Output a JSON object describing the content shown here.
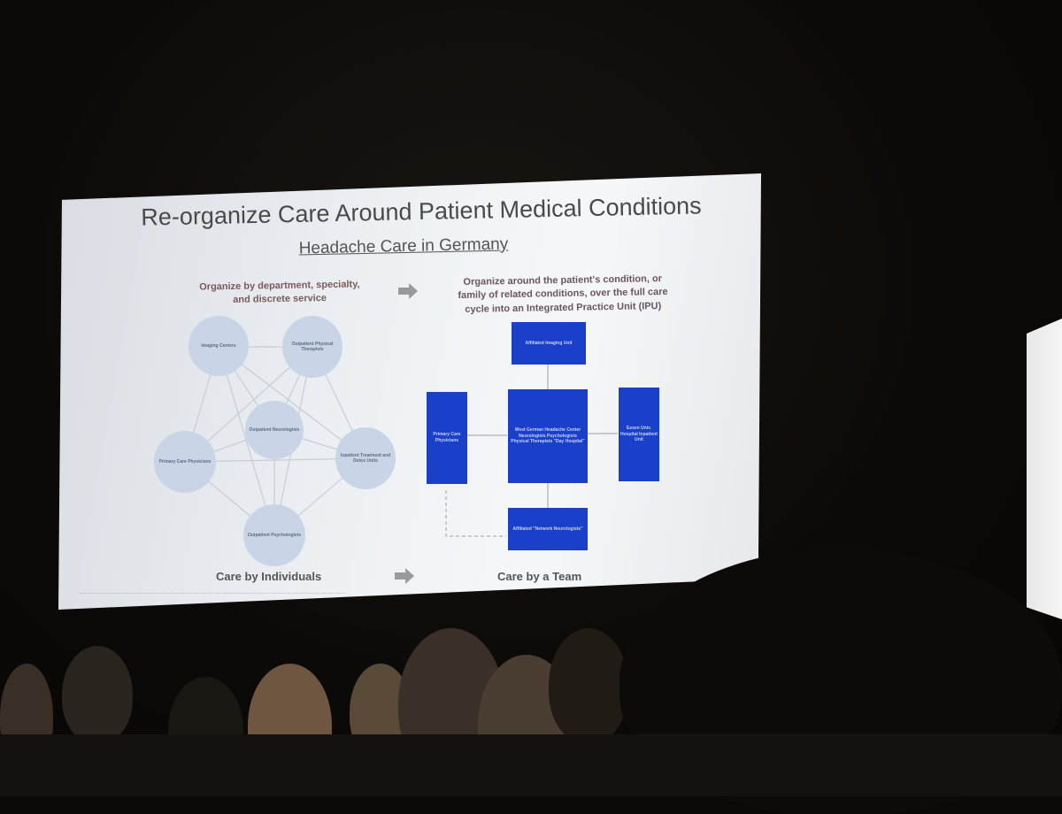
{
  "slide": {
    "title": "Re-organize Care Around Patient Medical Conditions",
    "subtitle": "Headache Care in Germany",
    "left_caption_1": "Organize by department, specialty,",
    "left_caption_2": "and discrete service",
    "right_caption_1": "Organize around the patient's condition, or",
    "right_caption_2": "family of related conditions, over the full care",
    "right_caption_3": "cycle into an Integrated Practice Unit (IPU)",
    "footer_left": "Care by Individuals",
    "footer_right": "Care by a Team",
    "left_nodes": {
      "imaging": "Imaging Centers",
      "outpatient_pt": "Outpatient Physical Therapists",
      "neurologists": "Outpatient Neurologists",
      "primary": "Primary Care Physicians",
      "inpatient": "Inpatient Treatment and Detox Units",
      "psychologists": "Outpatient Psychologists"
    },
    "right_boxes": {
      "imaging_unit": "Affiliated Imaging Unit",
      "center": "West German Headache Center Neurologists Psychologists Physical Therapists \"Day Hospital\"",
      "primary": "Primary Care Physicians",
      "hospital": "Essen Univ. Hospital Inpatient Unit",
      "network": "Affiliated \"Network Neurologists\""
    }
  },
  "colors": {
    "ipu_box": "#1a3fc9",
    "node_circle": "#c9d5e6",
    "arrow": "#9a9a9a"
  }
}
